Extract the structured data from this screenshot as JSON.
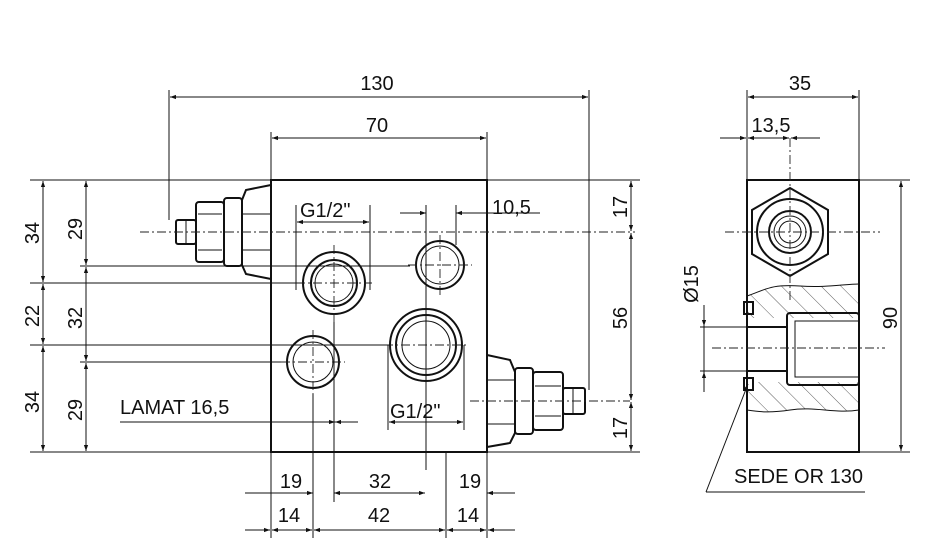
{
  "front_view": {
    "dim_overall_width": "130",
    "dim_body_width": "70",
    "dim_port_offset": "10,5",
    "dim_right_top": "17",
    "dim_right_mid": "56",
    "dim_right_bottom": "17",
    "dim_left_outer_top": "34",
    "dim_left_outer_mid": "22",
    "dim_left_outer_bottom": "34",
    "dim_left_inner_top": "29",
    "dim_left_inner_mid": "32",
    "dim_left_inner_bottom": "29",
    "dim_bottom_row1": [
      "19",
      "32",
      "19"
    ],
    "dim_bottom_row2": [
      "14",
      "42",
      "14"
    ],
    "port_label_top": "G1/2\"",
    "port_label_bottom": "G1/2\"",
    "lamat_label": "LAMAT 16,5"
  },
  "side_view": {
    "dim_width": "35",
    "dim_offset": "13,5",
    "dim_diameter": "Ø15",
    "dim_height": "90",
    "seal_label": "SEDE OR 130"
  }
}
